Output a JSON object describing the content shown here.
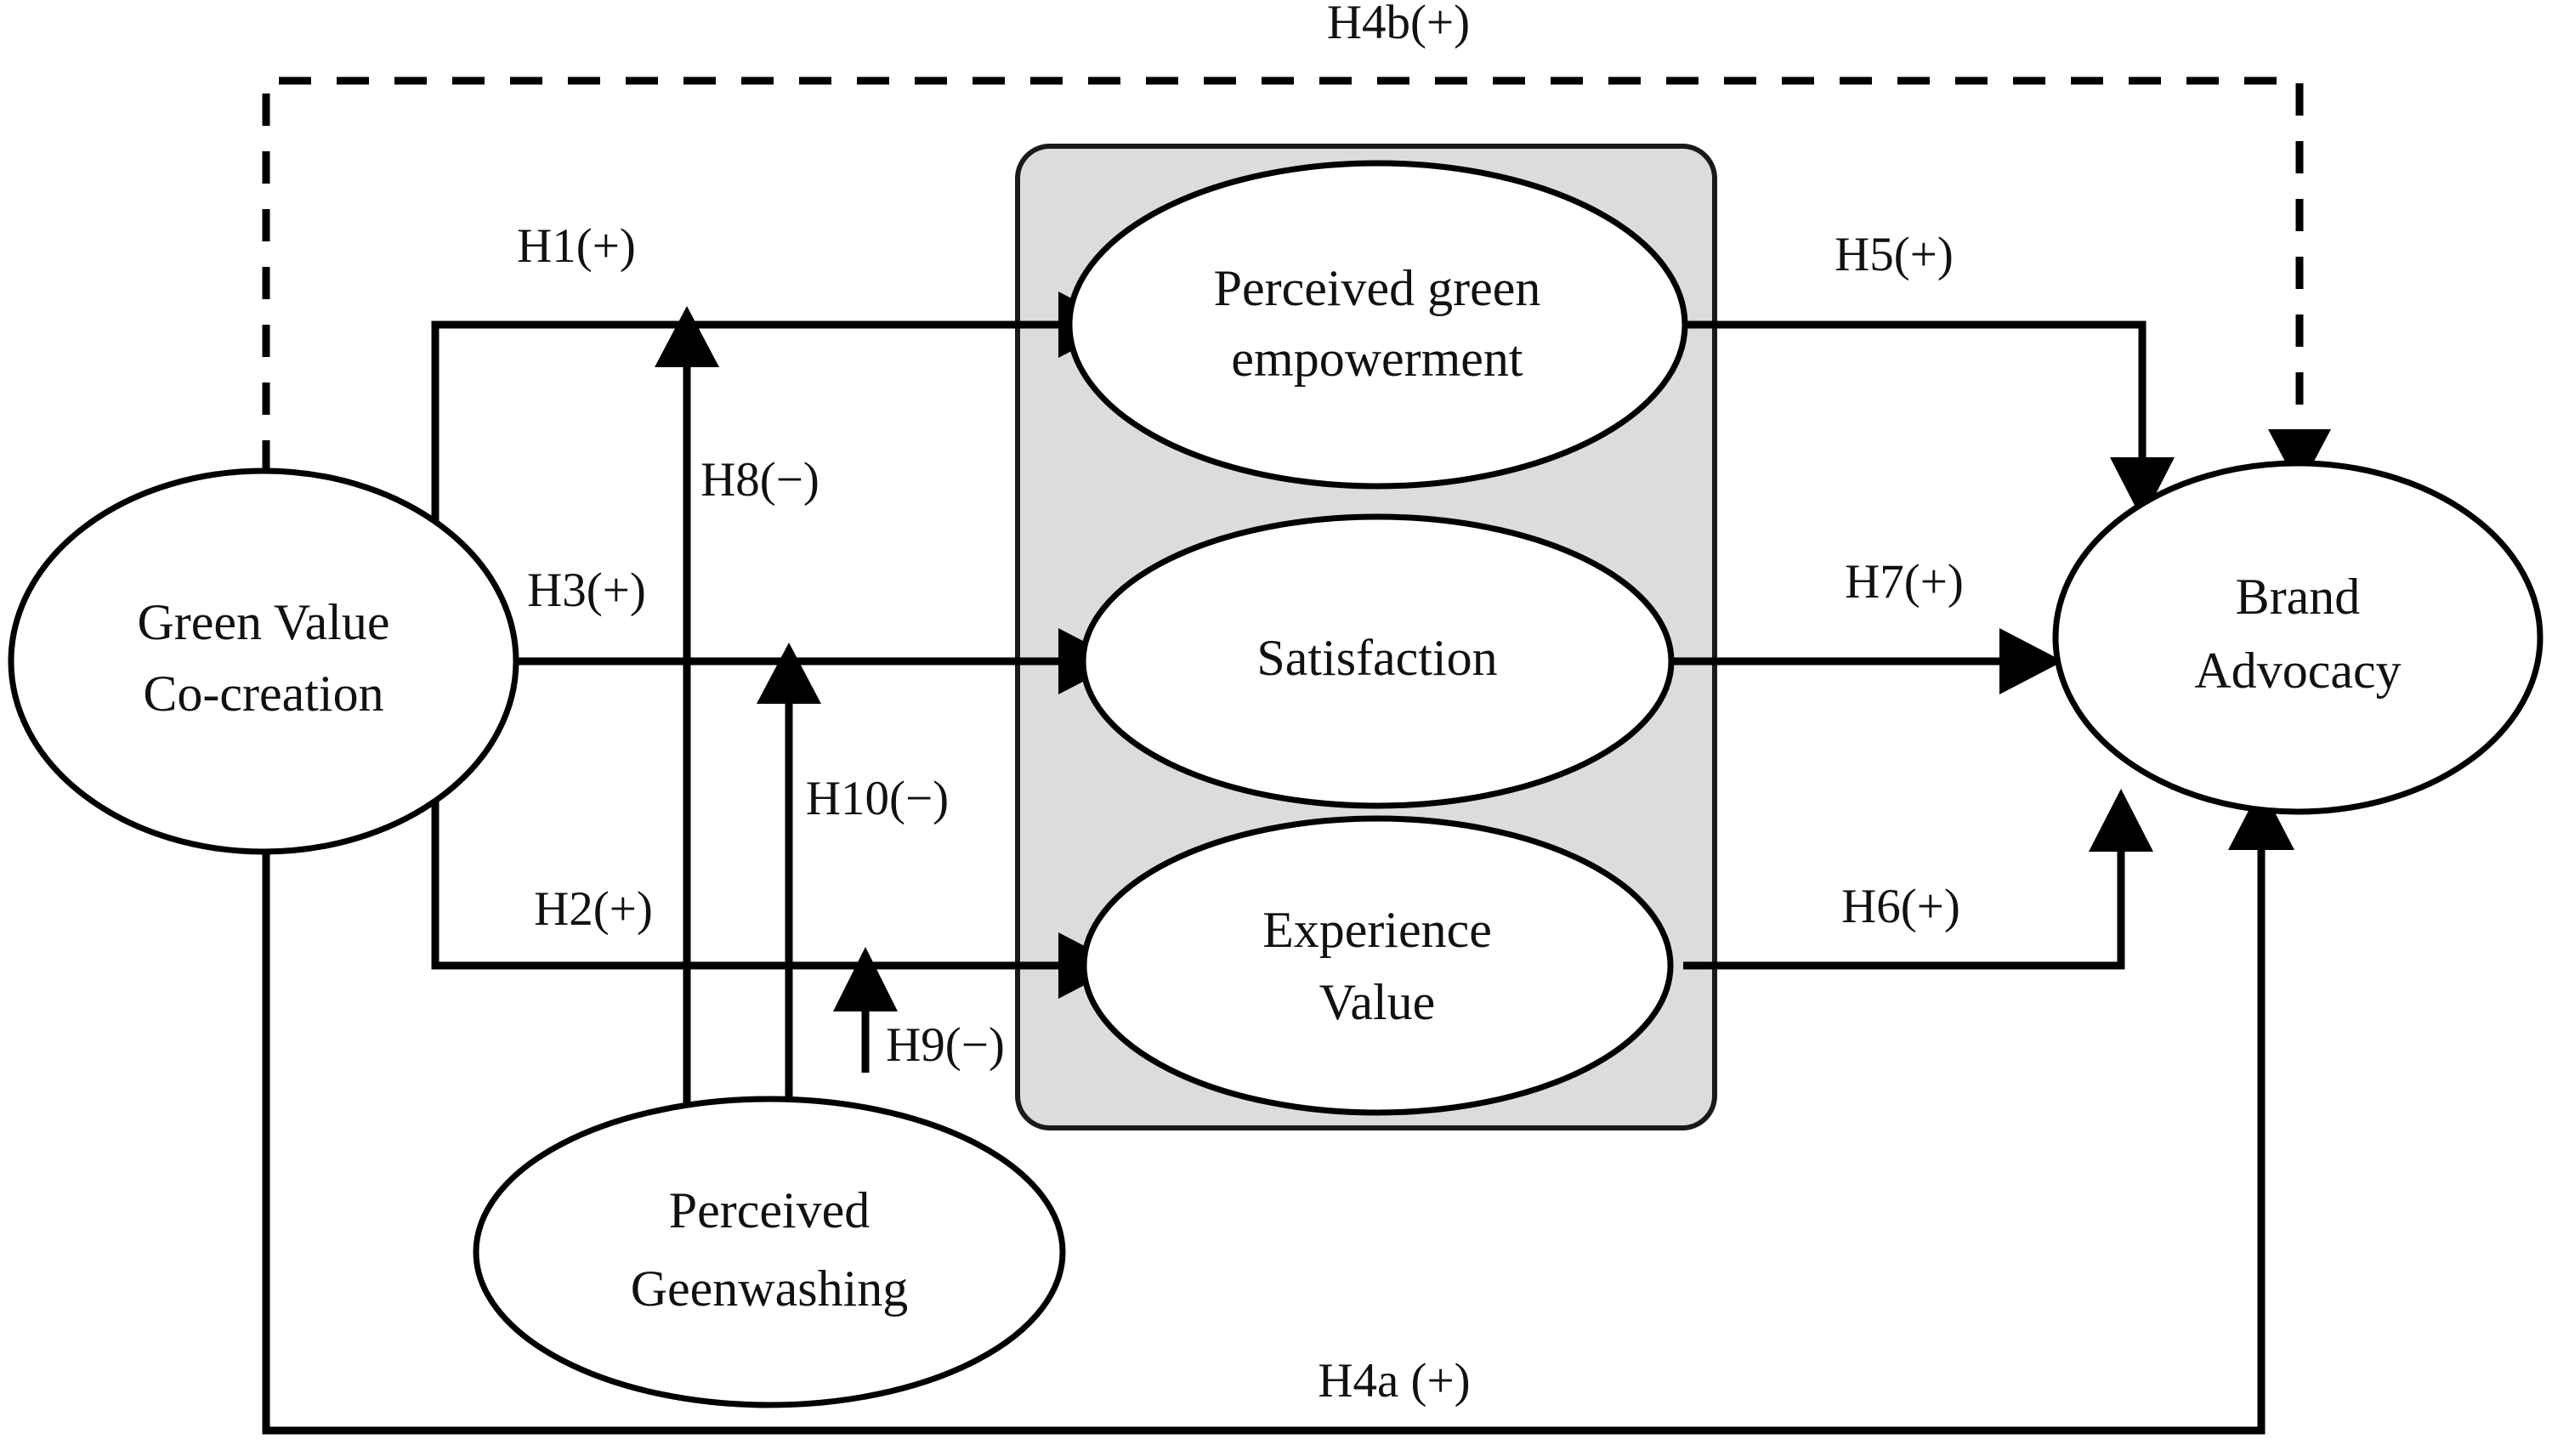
{
  "diagram": {
    "type": "conceptual-research-model",
    "background_color": "#ffffff",
    "grouping_box": {
      "name": "mediator-group",
      "fill_color": "#dcdcdc",
      "stroke_color": "#1a1a1a"
    },
    "nodes": [
      {
        "id": "green-value-co-creation",
        "line1": "Green Value",
        "line2": "Co-creation"
      },
      {
        "id": "perceived-green-empowerment",
        "line1": "Perceived green",
        "line2": "empowerment"
      },
      {
        "id": "satisfaction",
        "line1": "Satisfaction",
        "line2": ""
      },
      {
        "id": "experience-value",
        "line1": "Experience",
        "line2": "Value"
      },
      {
        "id": "perceived-geenwashing",
        "line1": "Perceived",
        "line2": "Geenwashing"
      },
      {
        "id": "brand-advocacy",
        "line1": "Brand",
        "line2": "Advocacy"
      }
    ],
    "paths": [
      {
        "id": "h1",
        "label": "H1(+)",
        "from": "green-value-co-creation",
        "to": "perceived-green-empowerment",
        "sign": "+",
        "style": "solid"
      },
      {
        "id": "h2",
        "label": "H2(+)",
        "from": "green-value-co-creation",
        "to": "experience-value",
        "sign": "+",
        "style": "solid"
      },
      {
        "id": "h3",
        "label": "H3(+)",
        "from": "green-value-co-creation",
        "to": "satisfaction",
        "sign": "+",
        "style": "solid"
      },
      {
        "id": "h4a",
        "label": "H4a (+)",
        "from": "green-value-co-creation",
        "to": "brand-advocacy",
        "sign": "+",
        "style": "solid"
      },
      {
        "id": "h4b",
        "label": "H4b(+)",
        "from": "green-value-co-creation",
        "to": "brand-advocacy",
        "sign": "+",
        "style": "dashed"
      },
      {
        "id": "h5",
        "label": "H5(+)",
        "from": "perceived-green-empowerment",
        "to": "brand-advocacy",
        "sign": "+",
        "style": "solid"
      },
      {
        "id": "h6",
        "label": "H6(+)",
        "from": "experience-value",
        "to": "brand-advocacy",
        "sign": "+",
        "style": "solid"
      },
      {
        "id": "h7",
        "label": "H7(+)",
        "from": "satisfaction",
        "to": "brand-advocacy",
        "sign": "+",
        "style": "solid"
      },
      {
        "id": "h8",
        "label": "H8(−)",
        "from": "perceived-geenwashing",
        "to": "h1-path",
        "sign": "-",
        "style": "solid"
      },
      {
        "id": "h9",
        "label": "H9(−)",
        "from": "perceived-geenwashing",
        "to": "h2-path",
        "sign": "-",
        "style": "solid"
      },
      {
        "id": "h10",
        "label": "H10(−)",
        "from": "perceived-geenwashing",
        "to": "h3-path",
        "sign": "-",
        "style": "solid"
      }
    ],
    "labels": {
      "h1": "H1(+)",
      "h2": "H2(+)",
      "h3": "H3(+)",
      "h4a": "H4a (+)",
      "h4b": "H4b(+)",
      "h5": "H5(+)",
      "h6": "H6(+)",
      "h7": "H7(+)",
      "h8": "H8(−)",
      "h9": "H9(−)",
      "h10": "H10(−)"
    },
    "node_text": {
      "green_value_l1": "Green Value",
      "green_value_l2": "Co-creation",
      "empowerment_l1": "Perceived green",
      "empowerment_l2": "empowerment",
      "satisfaction_l1": "Satisfaction",
      "experience_l1": "Experience",
      "experience_l2": "Value",
      "geenwashing_l1": "Perceived",
      "geenwashing_l2": "Geenwashing",
      "advocacy_l1": "Brand",
      "advocacy_l2": "Advocacy"
    }
  }
}
